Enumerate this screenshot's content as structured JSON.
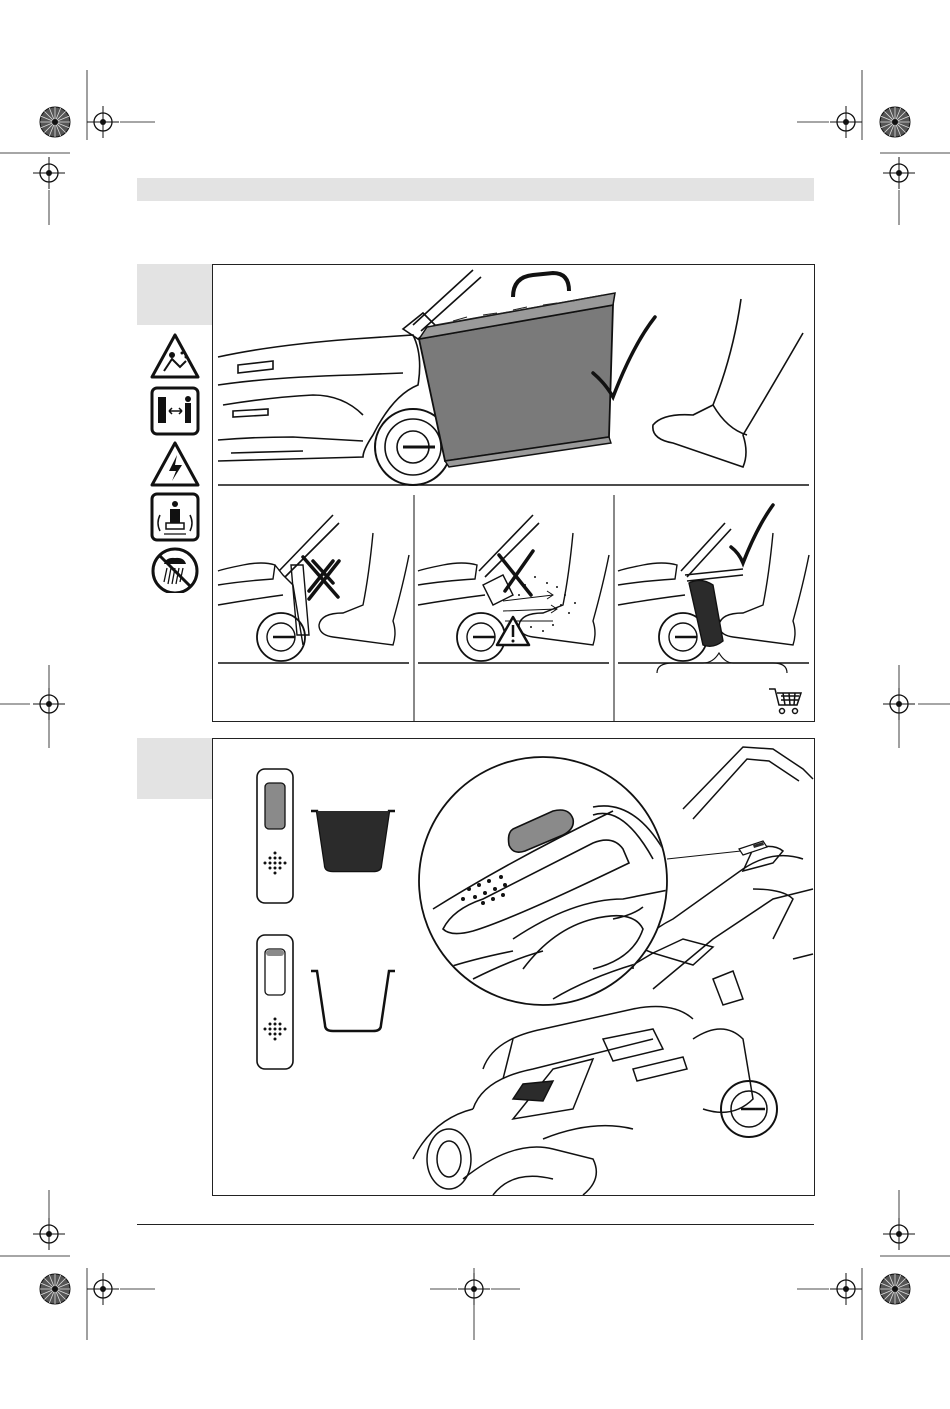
{
  "page": {
    "header_bar": "",
    "footer_rule": ""
  },
  "colors": {
    "tab_gray": "#e3e3e3",
    "line": "#222222",
    "bag_fill": "#7a7a7a",
    "fill_indicator": "#8a8a8a",
    "full_basket": "#2b2b2b"
  },
  "figure_1": {
    "safety_icons": [
      "warning-thrown-objects-icon",
      "keep-distance-icon",
      "electric-shock-warning-icon",
      "read-manual-icon",
      "no-rain-icon"
    ],
    "main_scene": {
      "check_mark": "check-icon",
      "content": "grass-bag-attached-foot-icon"
    },
    "sub_panels": [
      {
        "mark": "cross-icon",
        "content": "flap-closed-foot"
      },
      {
        "mark": "cross-icon",
        "content": "flap-open-debris",
        "warning": "warning-triangle-icon"
      },
      {
        "mark": "check-icon",
        "content": "discharge-guard",
        "accessory": "shopping-cart-icon"
      }
    ]
  },
  "figure_2": {
    "indicators": [
      {
        "state": "full",
        "window_fill": 1.0,
        "basket": "full-basket-icon"
      },
      {
        "state": "empty",
        "window_fill": 0.12,
        "basket": "empty-basket-icon"
      }
    ],
    "scene": "mower-top-view-with-magnified-indicator"
  }
}
